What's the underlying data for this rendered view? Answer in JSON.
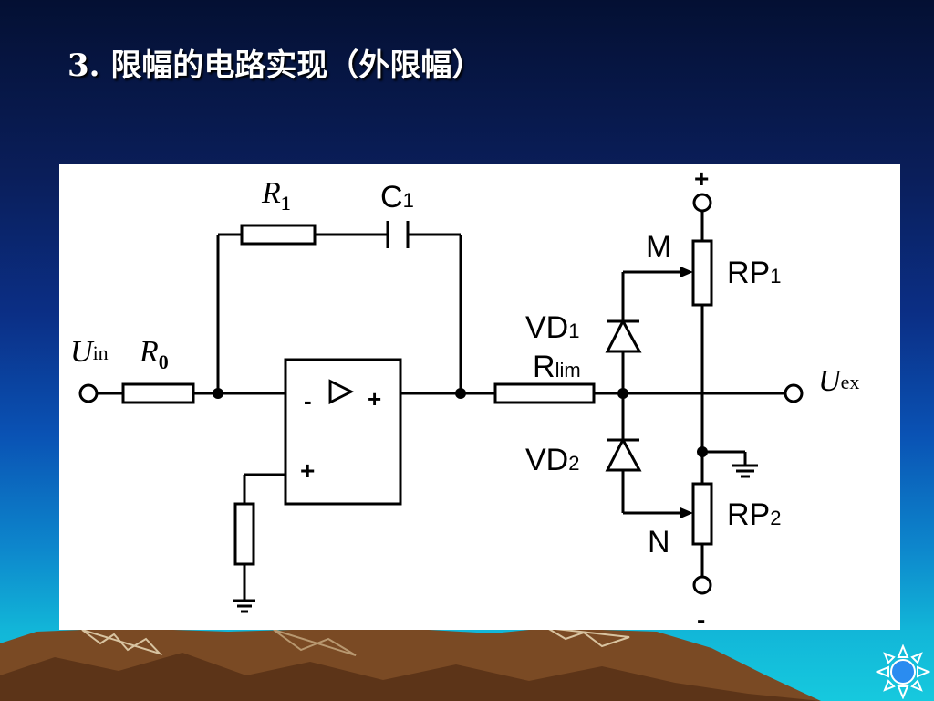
{
  "slide": {
    "title": "3. 限幅的电路实现（外限幅）"
  },
  "diagram": {
    "labels": {
      "uin_main": "U",
      "uin_sub": "in",
      "r0_main": "R",
      "r0_sub": "0",
      "r1_main": "R",
      "r1_sub": "1",
      "c1_main": "C",
      "c1_sub": "1",
      "rlim_main": "R",
      "rlim_sub": "lim",
      "vd1_main": "VD",
      "vd1_sub": "1",
      "vd2_main": "VD",
      "vd2_sub": "2",
      "rp1_main": "RP",
      "rp1_sub": "1",
      "rp2_main": "RP",
      "rp2_sub": "2",
      "m": "M",
      "n": "N",
      "uex_main": "U",
      "uex_sub": "ex",
      "plus_supply": "+",
      "minus_supply": "-",
      "opamp_minus": "-",
      "opamp_plus_in": "+",
      "opamp_plus_out": "+",
      "opamp_symbol": "▷"
    }
  },
  "colors": {
    "title_text": "#ffffff",
    "panel_bg": "#ffffff",
    "line": "#000000"
  }
}
